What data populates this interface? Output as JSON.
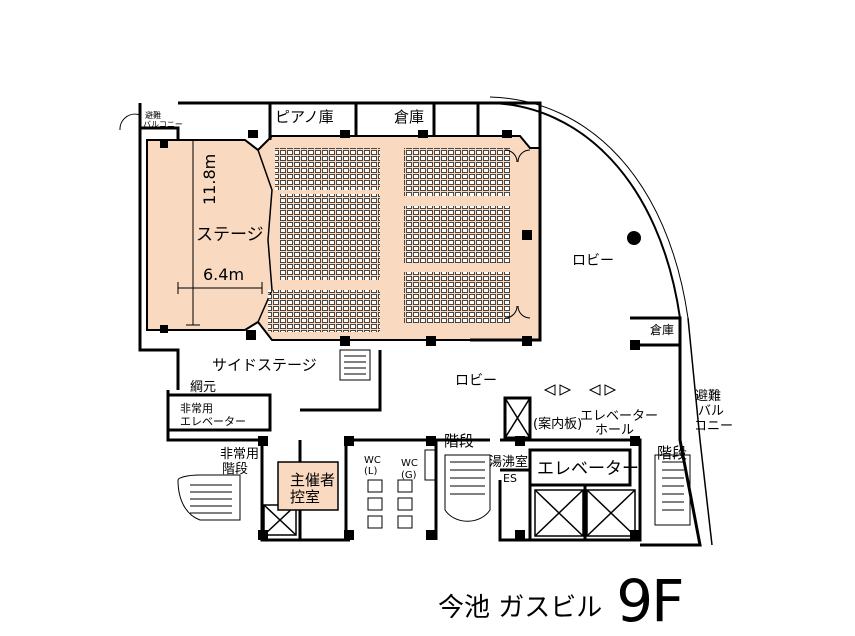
{
  "floor_plan": {
    "caption": {
      "building": "今池 ガスビル",
      "floor": "9F"
    },
    "rooms": {
      "evac_balcony_top": "避難\nバルコニー",
      "piano_storage": "ピアノ庫",
      "storage": "倉庫",
      "stage": "ステージ",
      "dim_height": "11.8m",
      "dim_width": "6.4m",
      "lobby_main": "ロビー",
      "storage_small": "倉庫",
      "side_stage": "サイドステージ",
      "rigging": "綱元",
      "emergency_elevator": "非常用\nエレベーター",
      "lobby_center": "ロビー",
      "elevator_hall": "エレベーター\nホール",
      "info_board": "(案内板)",
      "evac_balcony_right": "避難\nバル\nコニー",
      "emergency_stairs": "非常用\n階段",
      "organizer_room": "主催者\n控室",
      "wc_l": "WC\n(L)",
      "wc_g": "WC\n(G)",
      "stairs_center": "階段",
      "hot_water_room": "湯沸室",
      "elevator": "エレベーター",
      "escalator": "ES",
      "stairs_right": "階段"
    },
    "colors": {
      "hall_fill": "#f9d9c0",
      "wall": "#000000",
      "background": "#ffffff"
    }
  }
}
